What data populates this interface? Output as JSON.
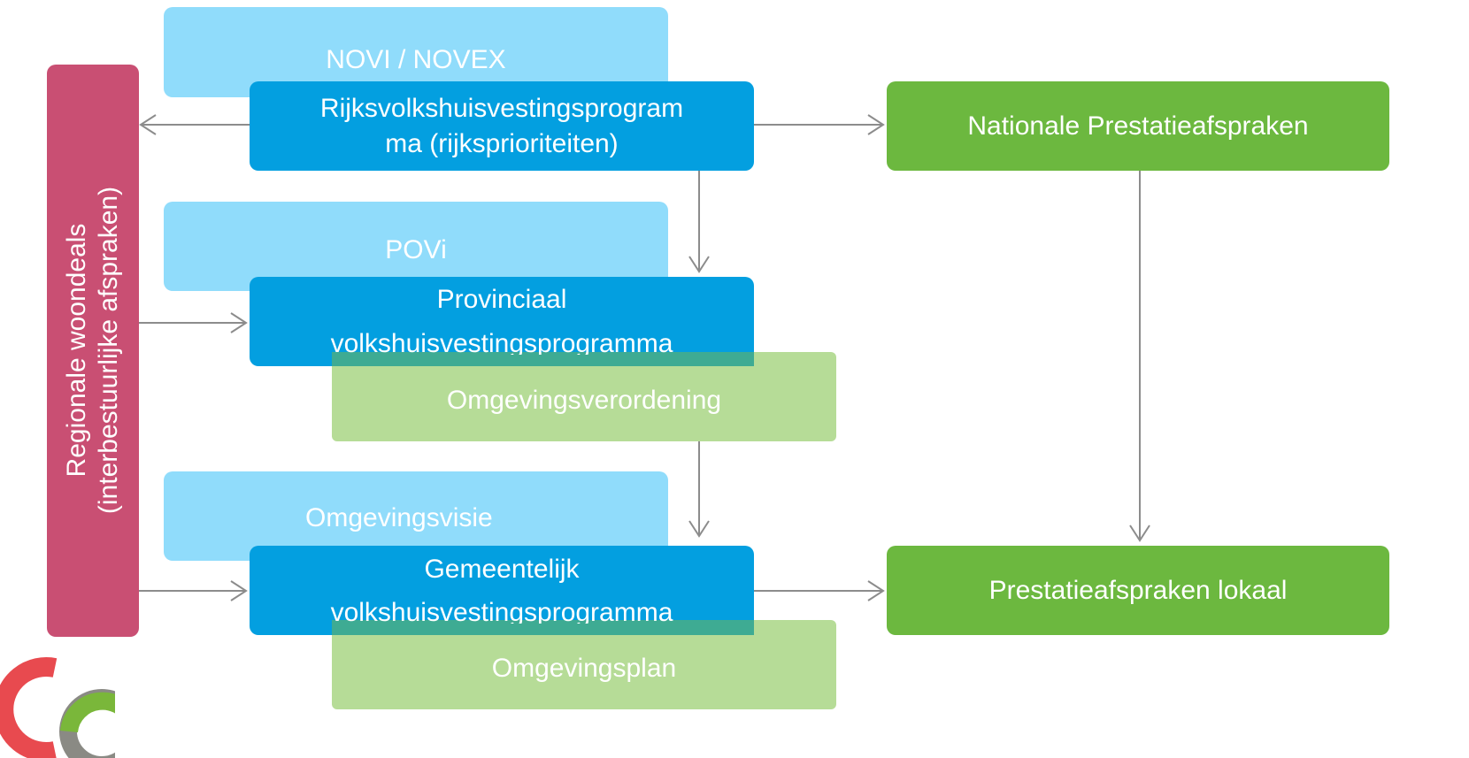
{
  "diagram": {
    "regional": {
      "line1": "Regionale woondeals",
      "line2": "(interbestuurlijke afspraken)"
    },
    "national": {
      "novi": "NOVI / NOVEX",
      "programma_line1": "Rijksvolkshuisvestingsprogram",
      "programma_line2": "ma (rijksprioriteiten)",
      "prestatieafspraken": "Nationale Prestatieafspraken"
    },
    "provincial": {
      "povi": "POVi",
      "programma_line1": "Provinciaal",
      "programma_line2": "volkshuisvestingsprogramma",
      "verordening": "Omgevingsverordening"
    },
    "municipal": {
      "visie": "Omgevingsvisie",
      "programma_line1": "Gemeentelijk",
      "programma_line2": "volkshuisvestingsprogramma",
      "plan": "Omgevingsplan",
      "prestatieafspraken": "Prestatieafspraken lokaal"
    },
    "colors": {
      "light_blue": "#90dcfb",
      "blue": "#039fe0",
      "green": "#6cb83f",
      "pale_green": "#b6dc97",
      "pink": "#c94f73",
      "arrow": "#8c8c8c",
      "logo_red": "#e84a4f",
      "logo_green": "#7ab73a",
      "logo_gray": "#8a8a84"
    }
  }
}
